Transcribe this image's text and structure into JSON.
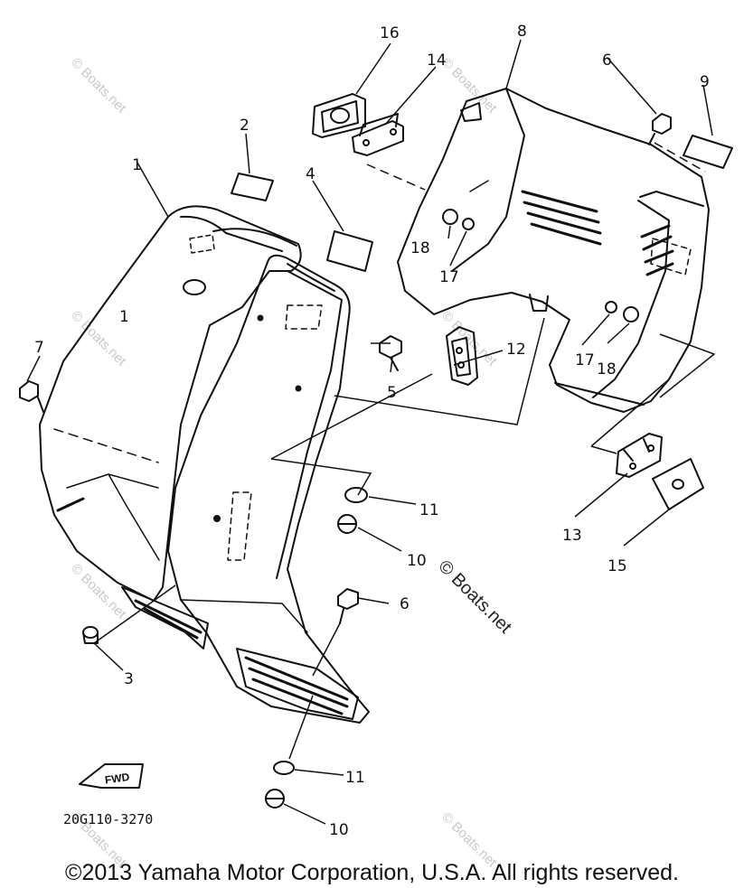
{
  "diagram": {
    "part_number_code": "20G110-3270",
    "fwd_label": "FWD",
    "watermark": "© Boats.net",
    "callouts": [
      "1",
      "2",
      "3",
      "4",
      "5",
      "6",
      "6",
      "7",
      "8",
      "9",
      "10",
      "10",
      "11",
      "11",
      "12",
      "13",
      "14",
      "15",
      "16",
      "17",
      "17",
      "18",
      "18"
    ]
  },
  "footer": {
    "copyright": "©2013 Yamaha Motor Corporation, U.S.A. All rights reserved."
  }
}
